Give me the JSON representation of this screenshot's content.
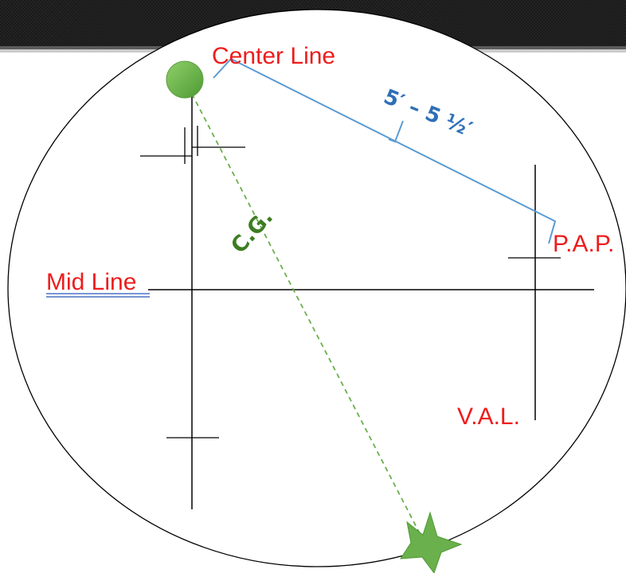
{
  "labels": {
    "center_line": "Center Line",
    "mid_line": "Mid Line",
    "pap": "P.A.P.",
    "val": "V.A.L.",
    "cg": "C.G.",
    "distance": "5′ – 5 ½′"
  },
  "colors": {
    "label_red": "#ee1c1c",
    "distance_blue": "#2e6fb7",
    "bracket_blue": "#5b9bd5",
    "cg_green": "#3c7d22",
    "marker_green": "#6ab04c",
    "header_dark": "#1e1e1e",
    "underline_blue": "#4a72c4"
  },
  "icons": {
    "start_marker": "green-circle",
    "end_marker": "green-star"
  }
}
